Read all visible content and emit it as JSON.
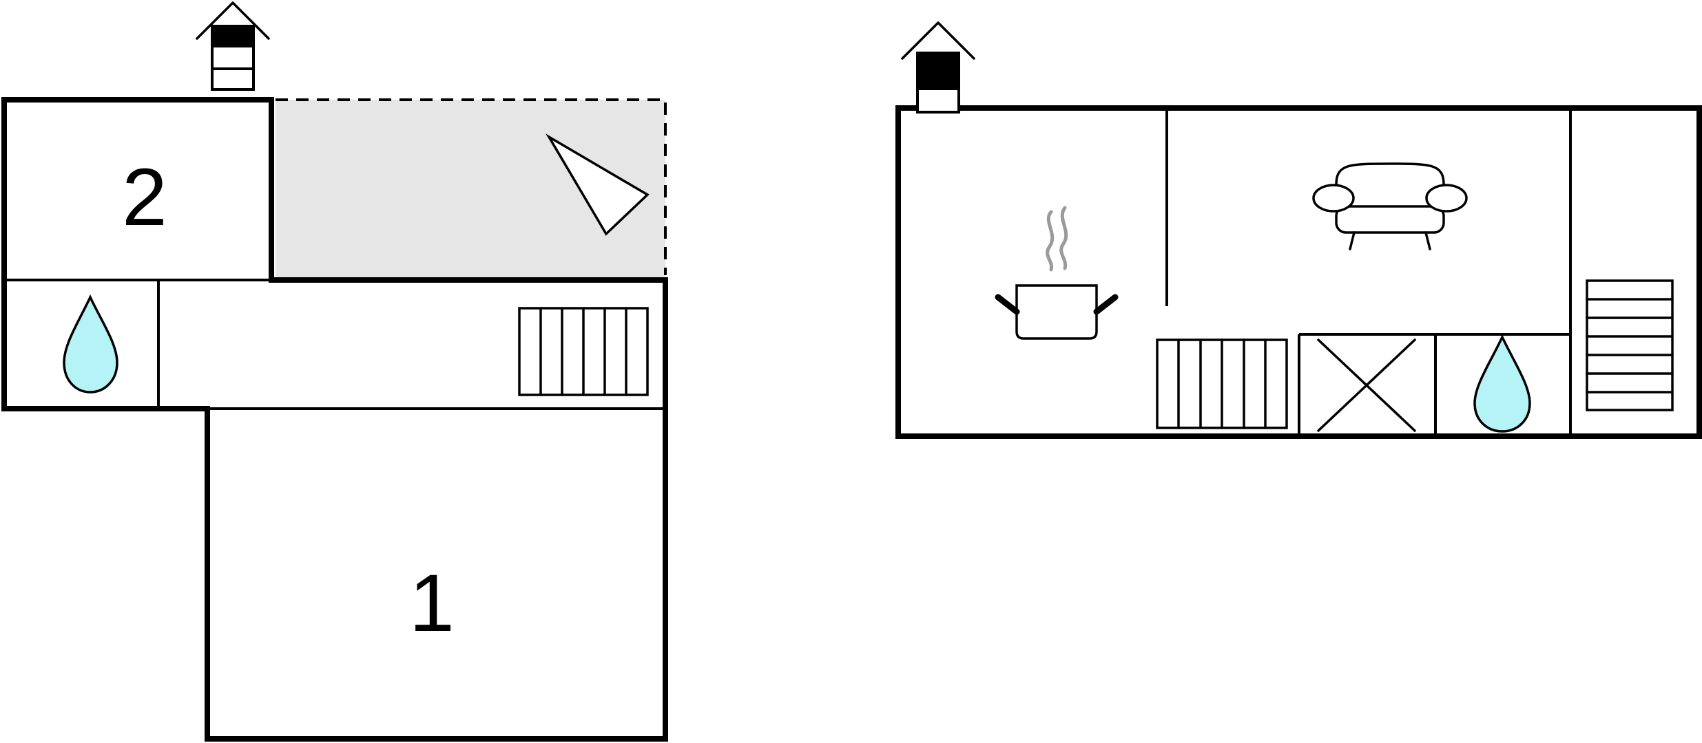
{
  "floor_plan": {
    "ground_floor": {
      "rooms": [
        {
          "id": "room-2",
          "label": "2"
        },
        {
          "id": "room-1",
          "label": "1"
        }
      ],
      "icons": [
        "floor-level-icon",
        "water-drop-icon",
        "radiator-icon",
        "terrace-area",
        "north-arrow-icon"
      ]
    },
    "upper_floor": {
      "icons": [
        "floor-level-icon",
        "cooking-pot-icon",
        "sofa-icon",
        "radiator-icon",
        "storage-x-icon",
        "water-drop-icon",
        "staircase-icon"
      ]
    },
    "colors": {
      "wall": "#000000",
      "terrace": "#e6e6e6",
      "water": "#b5f3f7",
      "steam": "#9a9a9a"
    }
  }
}
